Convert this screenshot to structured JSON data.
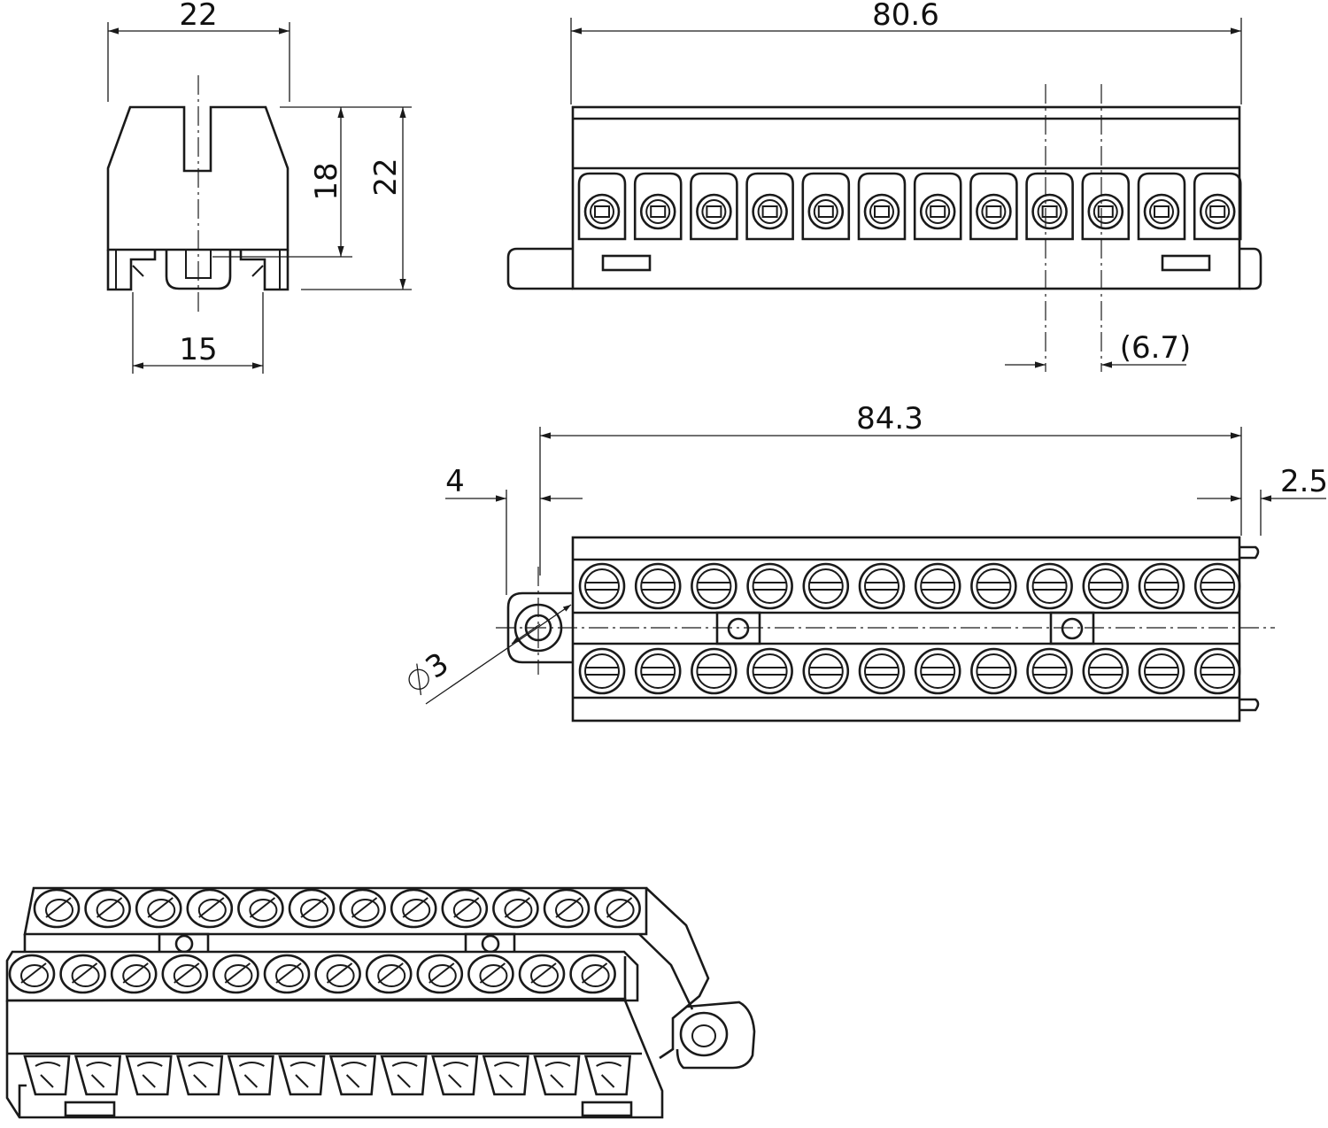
{
  "dimensions": {
    "side_width": "22",
    "side_height_inner": "18",
    "side_height_total": "22",
    "side_rail": "15",
    "front_length": "80.6",
    "front_pitch": "(6.7)",
    "top_length": "84.3",
    "top_offset_left": "4",
    "top_offset_right": "2.5",
    "hole_diameter": "3"
  },
  "terminals_per_row": 12,
  "colors": {
    "line": "#1a1a1a",
    "background": "#ffffff"
  }
}
